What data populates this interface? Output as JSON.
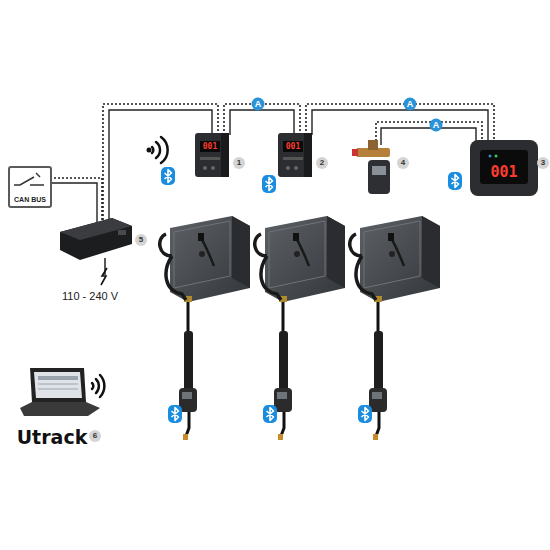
{
  "diagram": {
    "nodes": [
      {
        "text": [
          "CAN BUS"
        ]
      }
    ],
    "labels": [
      "A",
      "A",
      "A",
      "001",
      "1",
      "001",
      "2",
      "4",
      "001",
      "3",
      "5",
      "110 - 240 V",
      "Utrack",
      "6"
    ]
  }
}
